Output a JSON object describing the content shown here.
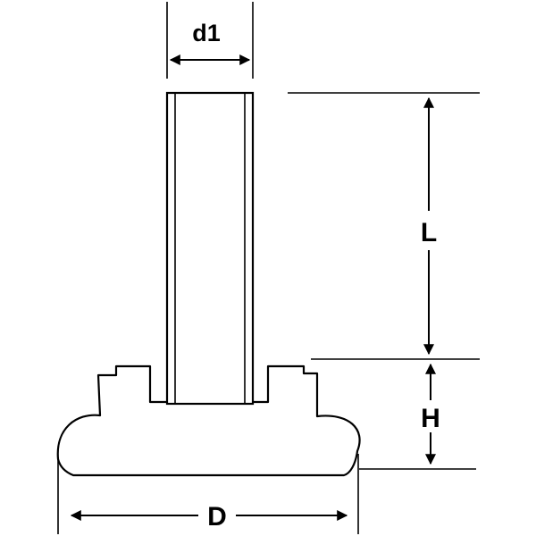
{
  "diagram": {
    "labels": {
      "d1": "d1",
      "L": "L",
      "H": "H",
      "D": "D"
    },
    "colors": {
      "stroke": "#000000",
      "fill": "#ffffff"
    }
  }
}
